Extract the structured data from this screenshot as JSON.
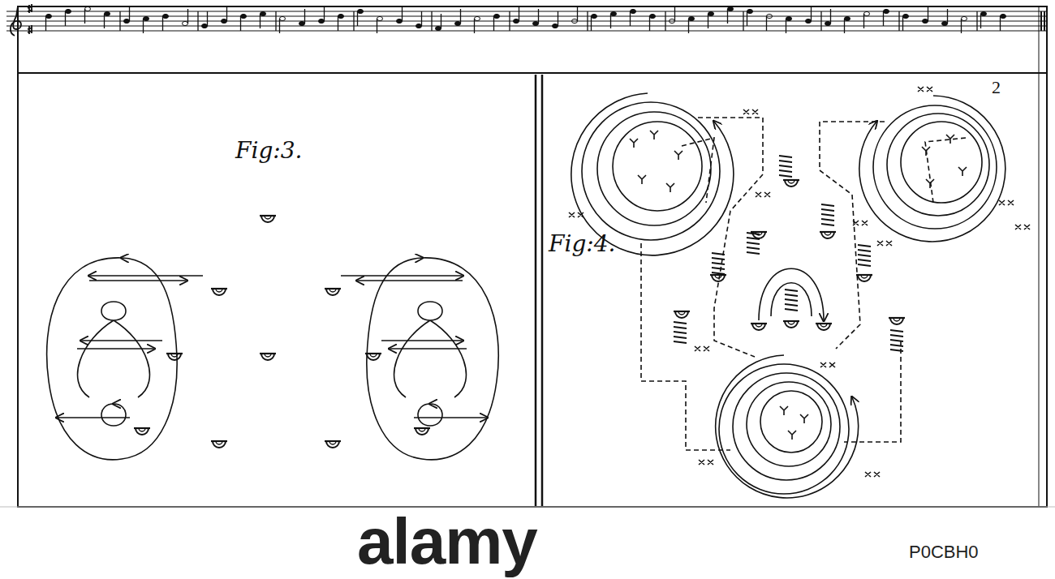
{
  "diagram": {
    "labels": [
      "Fig:3.",
      "Fig:4.",
      "2",
      "alamy",
      "P0CBH0"
    ]
  }
}
